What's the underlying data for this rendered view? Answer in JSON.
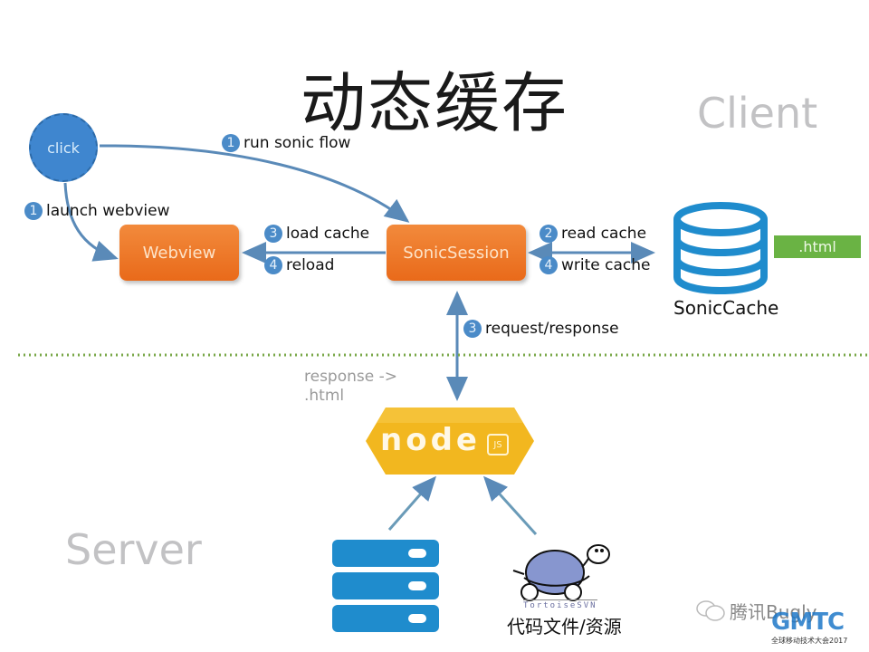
{
  "title": "动态缓存",
  "zones": {
    "client": "Client",
    "server": "Server"
  },
  "nodes": {
    "click": "click",
    "webview": "Webview",
    "sonic_session": "SonicSession",
    "sonic_cache": "SonicCache",
    "html_tag": ".html",
    "node_logo": "node",
    "node_js_badge": "JS",
    "tortoise_label": "TortoiseSVN",
    "code_caption": "代码文件/资源"
  },
  "edges": [
    {
      "step": "1",
      "label": "run sonic flow"
    },
    {
      "step": "1",
      "label": "launch webview"
    },
    {
      "step": "3",
      "label": "load cache"
    },
    {
      "step": "4",
      "label": "reload"
    },
    {
      "step": "2",
      "label": "read cache"
    },
    {
      "step": "4",
      "label": "write cache"
    },
    {
      "step": "3",
      "label": "request/response"
    }
  ],
  "response_note": {
    "line1": "response ->",
    "line2": ".html"
  },
  "watermark": {
    "brand": "腾讯Bugly",
    "event": "全球移动技术大会2017",
    "gmtc": "GMTC"
  },
  "colors": {
    "accent_orange": "#ee7a2a",
    "arrow_blue": "#5a8ab8",
    "badge_blue": "#4b8bc8",
    "green": "#6ab344",
    "node_yellow": "#f2b71f",
    "divider_green": "#7aa84a"
  }
}
